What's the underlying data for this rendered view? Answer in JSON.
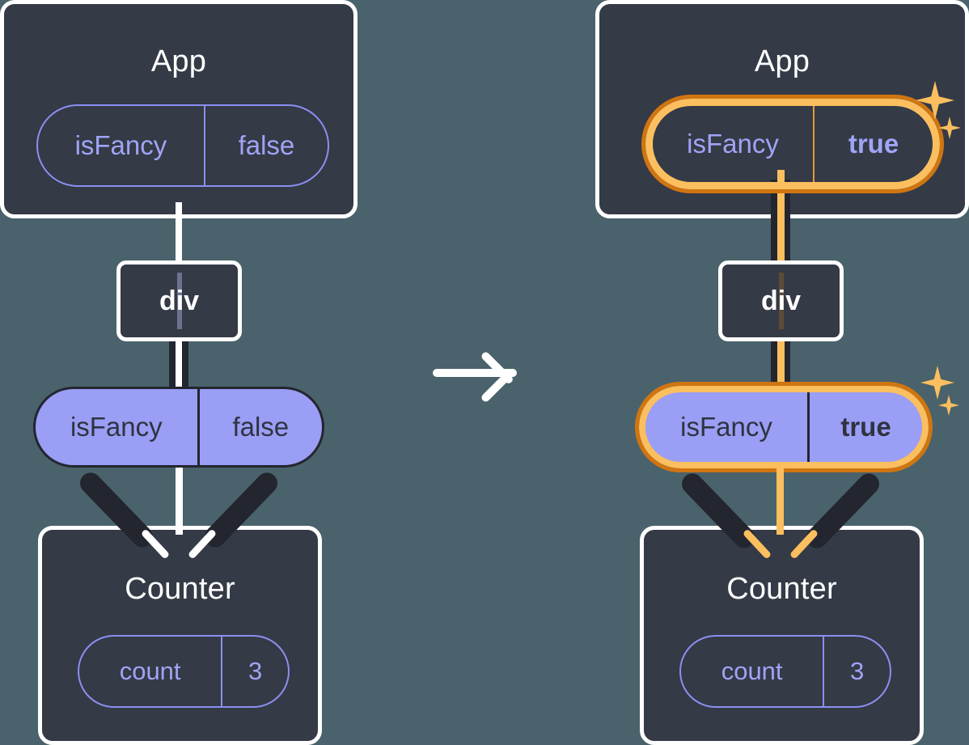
{
  "diagram": {
    "title": "React state propagation: isFancy flips from false to true",
    "background_color": "#4a626b",
    "accent_highlight_color": "#fbbf5f",
    "accent_highlight_outline_color": "#cf7511",
    "panel_color": "#343a46",
    "pill_purple": "#9a9ef5",
    "pill_outline_purple": "#8b8ff0",
    "transition_icon": "right-arrow-icon"
  },
  "before": {
    "app": {
      "title": "App",
      "prop": {
        "key": "isFancy",
        "value": "false"
      }
    },
    "div": {
      "label": "div"
    },
    "prop_pill": {
      "key": "isFancy",
      "value": "false"
    },
    "counter": {
      "title": "Counter",
      "state": {
        "key": "count",
        "value": "3"
      }
    }
  },
  "after": {
    "app": {
      "title": "App",
      "prop": {
        "key": "isFancy",
        "value": "true",
        "highlighted": true
      }
    },
    "div": {
      "label": "div"
    },
    "prop_pill": {
      "key": "isFancy",
      "value": "true",
      "highlighted": true
    },
    "counter": {
      "title": "Counter",
      "state": {
        "key": "count",
        "value": "3"
      }
    },
    "sparkles": [
      "sparkle-large",
      "sparkle-small"
    ]
  }
}
